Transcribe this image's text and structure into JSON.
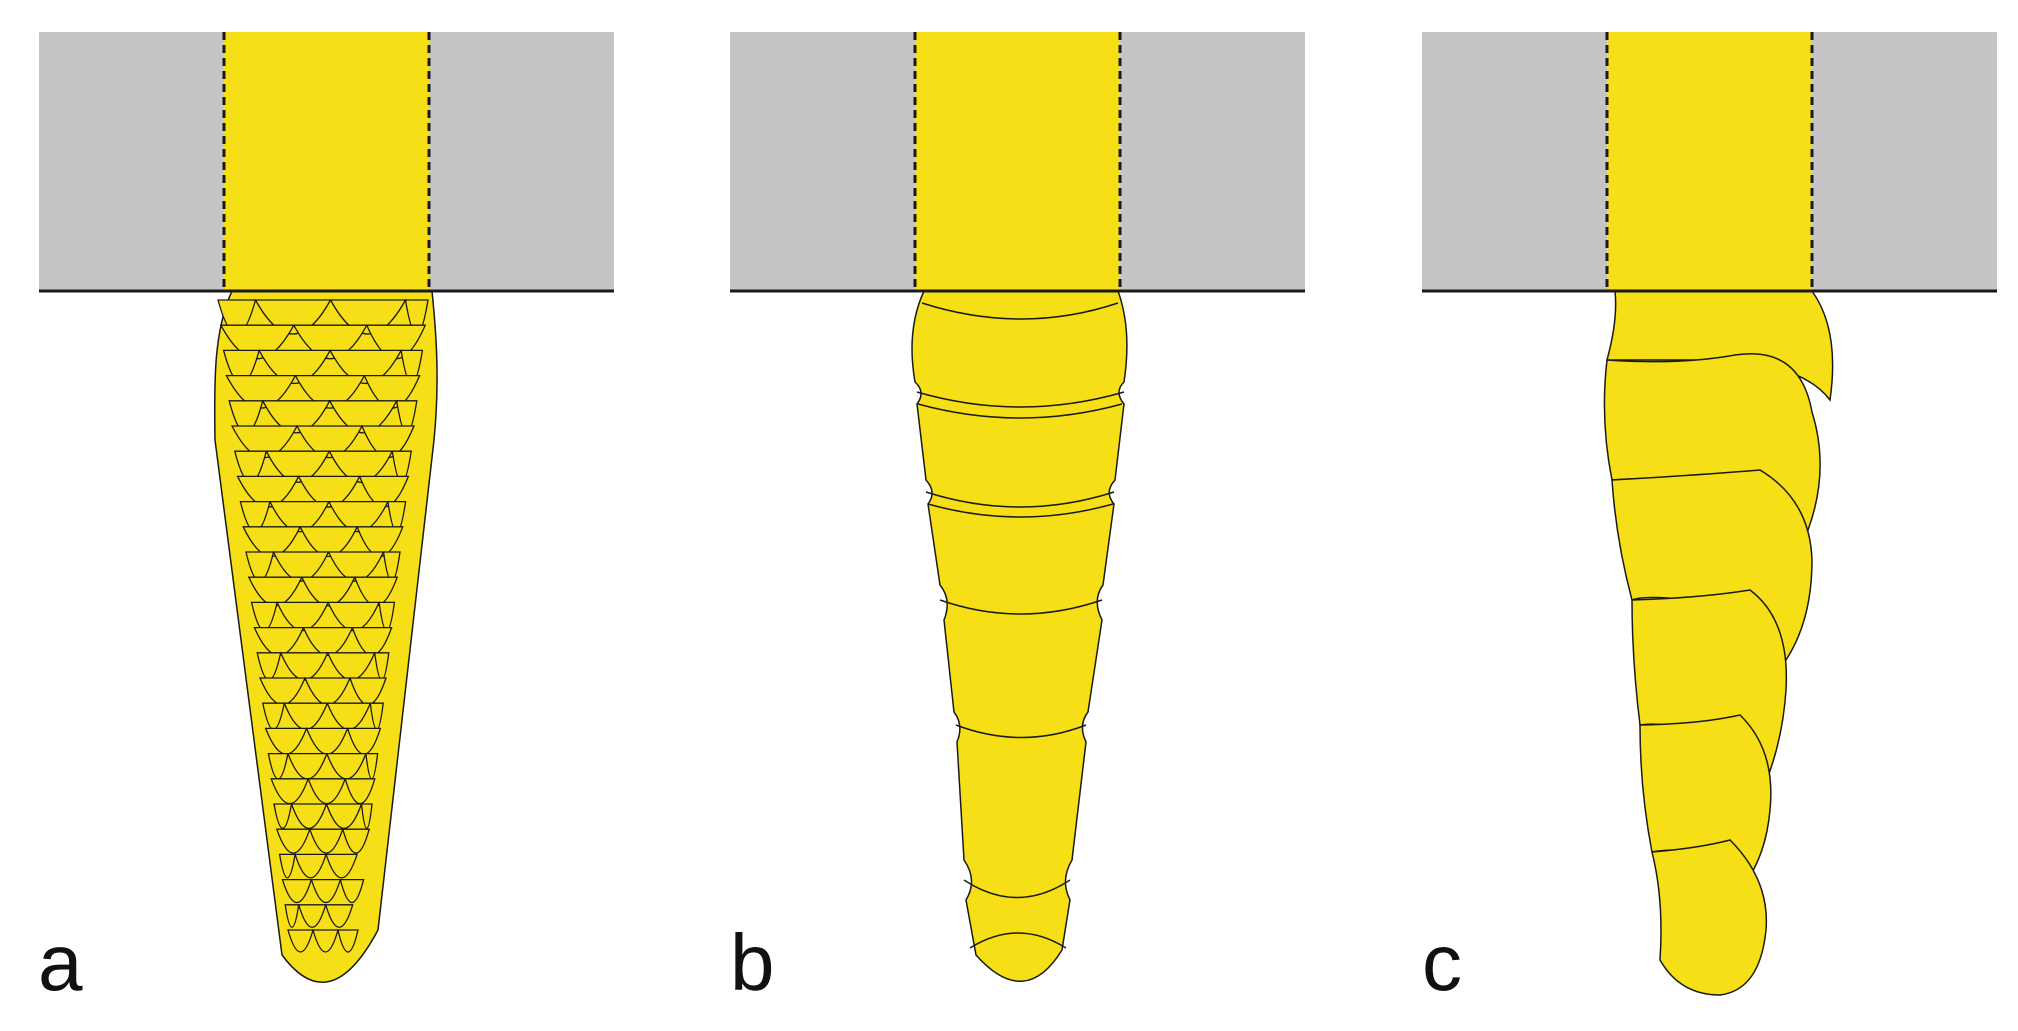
{
  "colors": {
    "background": "#ffffff",
    "membrane": "#c4c5c4",
    "fiber": "#f6df16",
    "outline": "#1a1a1a",
    "label": "#111111"
  },
  "panels": [
    {
      "label": "a",
      "pattern": "overlapping-scales"
    },
    {
      "label": "b",
      "pattern": "stacked-rings"
    },
    {
      "label": "c",
      "pattern": "spiral-segments"
    }
  ]
}
